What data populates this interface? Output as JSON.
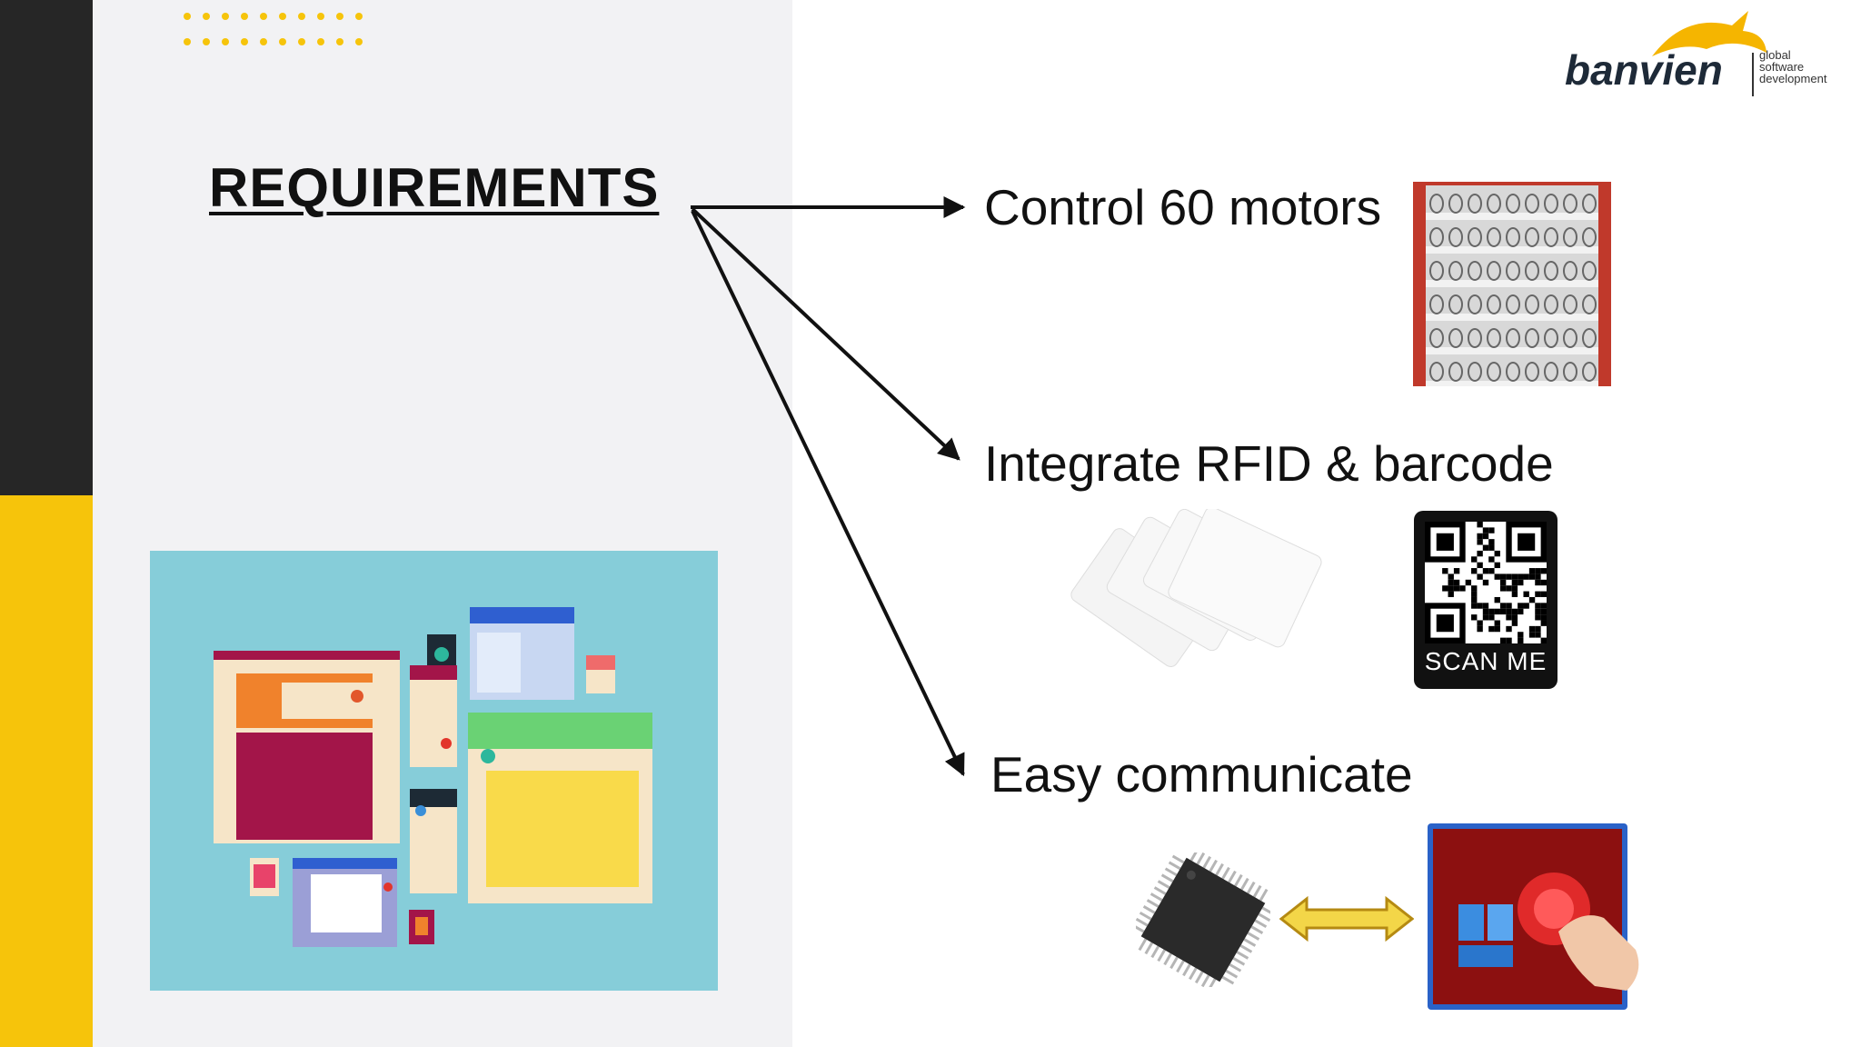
{
  "title": "REQUIREMENTS",
  "requirements": [
    {
      "label": "Control 60 motors"
    },
    {
      "label": "Integrate RFID & barcode"
    },
    {
      "label": "Easy communicate"
    }
  ],
  "qr": {
    "caption": "SCAN ME"
  },
  "logo": {
    "wordmark": "banvien",
    "tagline": [
      "global",
      "software",
      "development"
    ]
  },
  "colors": {
    "accent_yellow": "#f6c40b",
    "dark_stripe": "#262626",
    "panel_gray": "#f2f2f4",
    "text": "#111111",
    "arrow_gold": "#d2a21a"
  }
}
